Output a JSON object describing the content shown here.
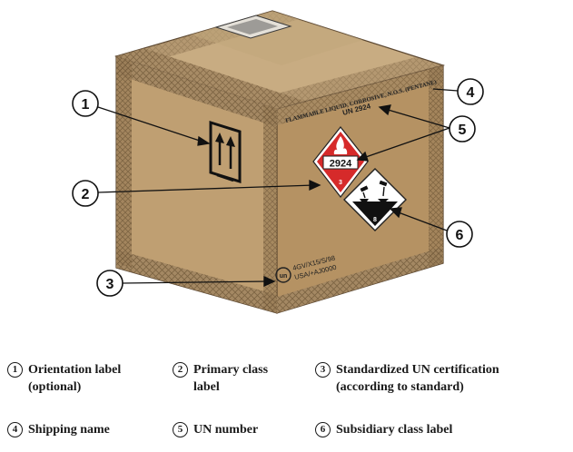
{
  "callouts": [
    "1",
    "2",
    "3",
    "4",
    "5",
    "6"
  ],
  "box_text": {
    "shipping_name": "FLAMMABLE LIQUID, CORROSIVE, N.O.S. (PENTANE)",
    "un_number": "UN 2924",
    "primary_label_number": "2924",
    "primary_label_class": "3",
    "subsidiary_label_class": "8",
    "certification_symbol": "un",
    "certification_line1": "4GV/X15/S/98",
    "certification_line2": "USA/+AJ0000"
  },
  "legend": [
    {
      "number": "1",
      "text": "Orientation label\n(optional)"
    },
    {
      "number": "2",
      "text": "Primary class\nlabel"
    },
    {
      "number": "3",
      "text": "Standardized UN certification\n(according to standard)"
    },
    {
      "number": "4",
      "text": "Shipping name"
    },
    {
      "number": "5",
      "text": "UN number"
    },
    {
      "number": "6",
      "text": "Subsidiary class label"
    }
  ],
  "colors": {
    "box_light": "#c8ac82",
    "box_front": "#bf9f72",
    "box_side": "#b08c5f",
    "tape": "#a48863",
    "hazard_red": "#d62a2a"
  }
}
